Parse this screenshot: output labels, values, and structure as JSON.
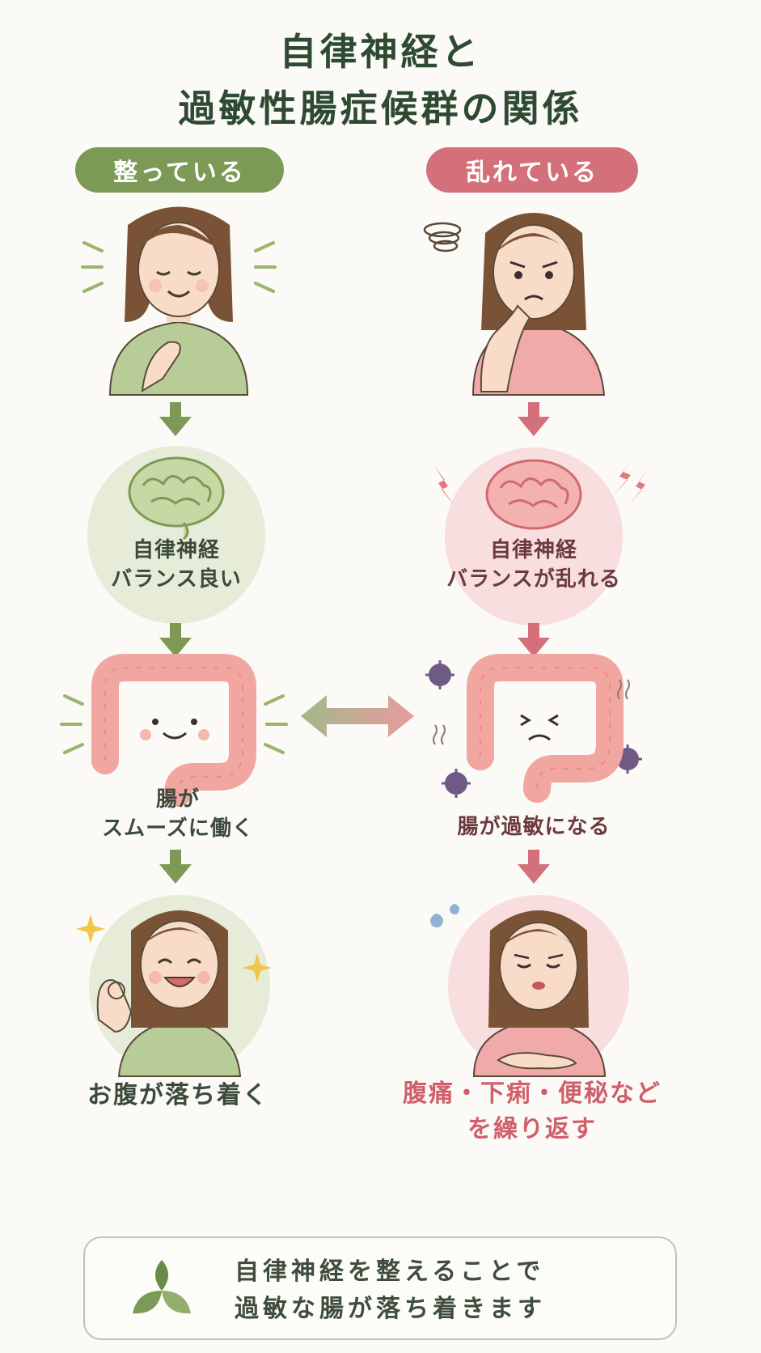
{
  "title": {
    "line1": "自律神経と",
    "line2": "過敏性腸症候群の関係"
  },
  "left": {
    "header": "整っている",
    "step_brain": [
      "自律神経",
      "バランス良い"
    ],
    "step_gut": [
      "腸が",
      "スムーズに働く"
    ],
    "step_result": "お腹が落ち着く"
  },
  "right": {
    "header": "乱れている",
    "step_brain": [
      "自律神経",
      "バランスが乱れる"
    ],
    "step_gut": "腸が過敏になる",
    "step_result": [
      "腹痛・下痢・便秘など",
      "を繰り返す"
    ]
  },
  "footer": {
    "line1": "自律神経を整えることで",
    "line2": "過敏な腸が落ち着きます"
  },
  "colors": {
    "green_accent": "#7c9a55",
    "red_accent": "#d3707a",
    "title": "#2f4a33"
  }
}
